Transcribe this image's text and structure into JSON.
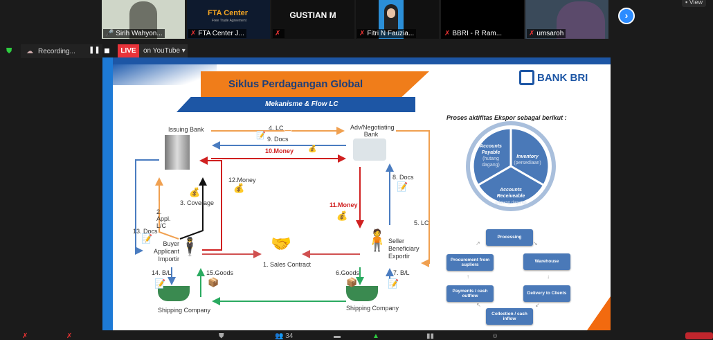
{
  "participants": [
    {
      "name": "Sirih Wahyon...",
      "muted": false
    },
    {
      "name": "FTA Center J...",
      "muted": true,
      "logo": "FTA Center",
      "logo_sub": "Free Trade Agreement"
    },
    {
      "name": "",
      "muted": true,
      "display": "GUSTIAN M"
    },
    {
      "name": "Fitri N Fauzia...",
      "muted": true
    },
    {
      "name": "BBRI - R Ram...",
      "muted": true
    },
    {
      "name": "umsaroh",
      "muted": true
    }
  ],
  "view_label": "View",
  "recording": {
    "label": "Recording...",
    "live": "LIVE",
    "live_target": "on YouTube"
  },
  "slide": {
    "title": "Siklus Perdagangan Global",
    "subtitle": "Mekanisme & Flow LC",
    "brand": "BANK BRI",
    "flow": {
      "issuing_bank": "Issuing Bank",
      "adv_bank": "Adv/Negotiating Bank",
      "lc4": "4. LC",
      "docs9": "9. Docs",
      "money10": "10.Money",
      "money12": "12.Money",
      "coverage3": "3. Coverage",
      "appl2": "2. Appl. L/C",
      "docs13": "13. Docs",
      "buyer": "Buyer Applicant Importir",
      "contract1": "1. Sales Contract",
      "seller": "Seller Beneficiary Exportir",
      "lc5": "5. LC",
      "docs8": "8. Docs",
      "money11": "11.Money",
      "bl14": "14. B/L",
      "goods15": "15.Goods",
      "goods6": "6.Goods",
      "bl7": "7. B/L",
      "ship_left": "Shipping Company",
      "ship_right": "Shipping Company"
    },
    "process_heading": "Proses aktifitas Ekspor sebagai berikut :",
    "cycle": [
      {
        "title": "Accounts Payable",
        "sub": "(hutang dagang)"
      },
      {
        "title": "Inventory",
        "sub": "(persediaan)"
      },
      {
        "title": "Accounts Receiveable",
        "sub": "(piutang dagang)"
      }
    ],
    "steps": [
      "Processing",
      "Warehouse",
      "Delivery to Clients",
      "Collection / cash inflow",
      "Payments / cash outflow",
      "Procurement from supliers"
    ]
  },
  "toolbar": {
    "participants_count": "34"
  },
  "colors": {
    "brand_blue": "#1d56a5",
    "orange": "#f07d1a",
    "zoom_blue": "#2d8cff",
    "live_red": "#e8333a"
  }
}
